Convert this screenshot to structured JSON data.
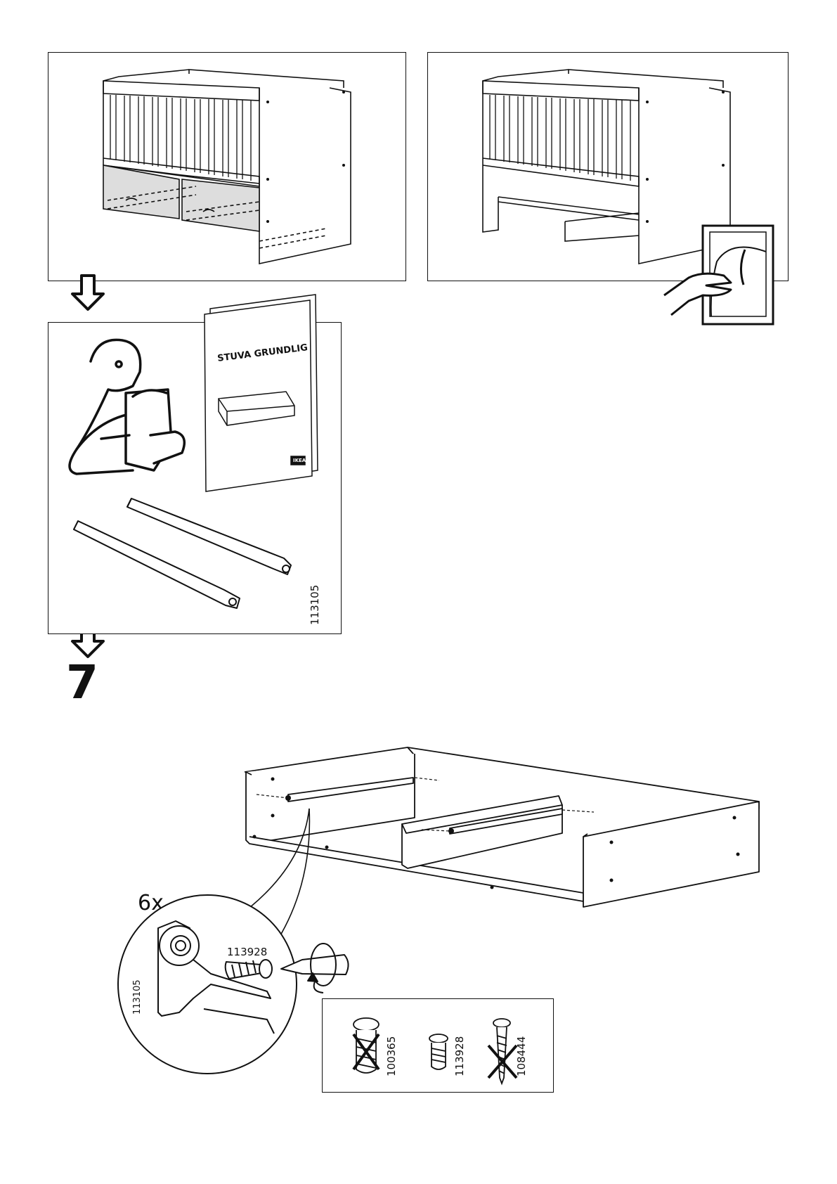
{
  "booklet": {
    "title": "STUVA GRUNDLIG",
    "logo": "IKEA"
  },
  "parts": {
    "rail": "113105",
    "screw_used": "113928",
    "screw_wrong_1": "100365",
    "screw_wrong_2": "108444"
  },
  "step": {
    "number": "7",
    "quantity": "6x"
  },
  "icons": [
    "crib-with-drawers",
    "crib-without-drawers",
    "arrow-down-icon",
    "page-turn-icon",
    "reading-person-icon",
    "booklet-icon",
    "drawer-rail-icon",
    "screwdriver-icon",
    "rotate-icon",
    "screw-icon",
    "cross-icon"
  ]
}
